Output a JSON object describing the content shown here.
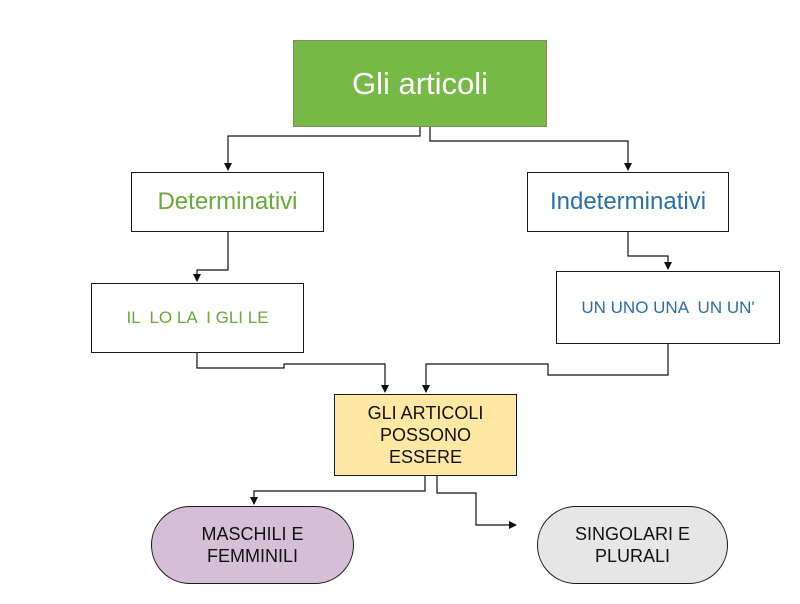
{
  "root": {
    "label": "Gli articoli",
    "color": "#76b947"
  },
  "determinativi": {
    "label": "Determinativi",
    "color": "#6aaa3a"
  },
  "indeterminativi": {
    "label": "Indeterminativi",
    "color": "#2a6faa"
  },
  "det_list": {
    "label": "IL  LO LA  I GLI LE"
  },
  "indet_list": {
    "label": "UN UNO UNA  UN UN'"
  },
  "middle": {
    "label": "GLI ARTICOLI POSSONO ESSERE",
    "color": "#ffe8a3"
  },
  "maschili": {
    "label": "MASCHILI E FEMMINILI",
    "color": "#d5bfd6"
  },
  "singolari": {
    "label": "SINGOLARI E PLURALI",
    "color": "#e6e6e6"
  }
}
